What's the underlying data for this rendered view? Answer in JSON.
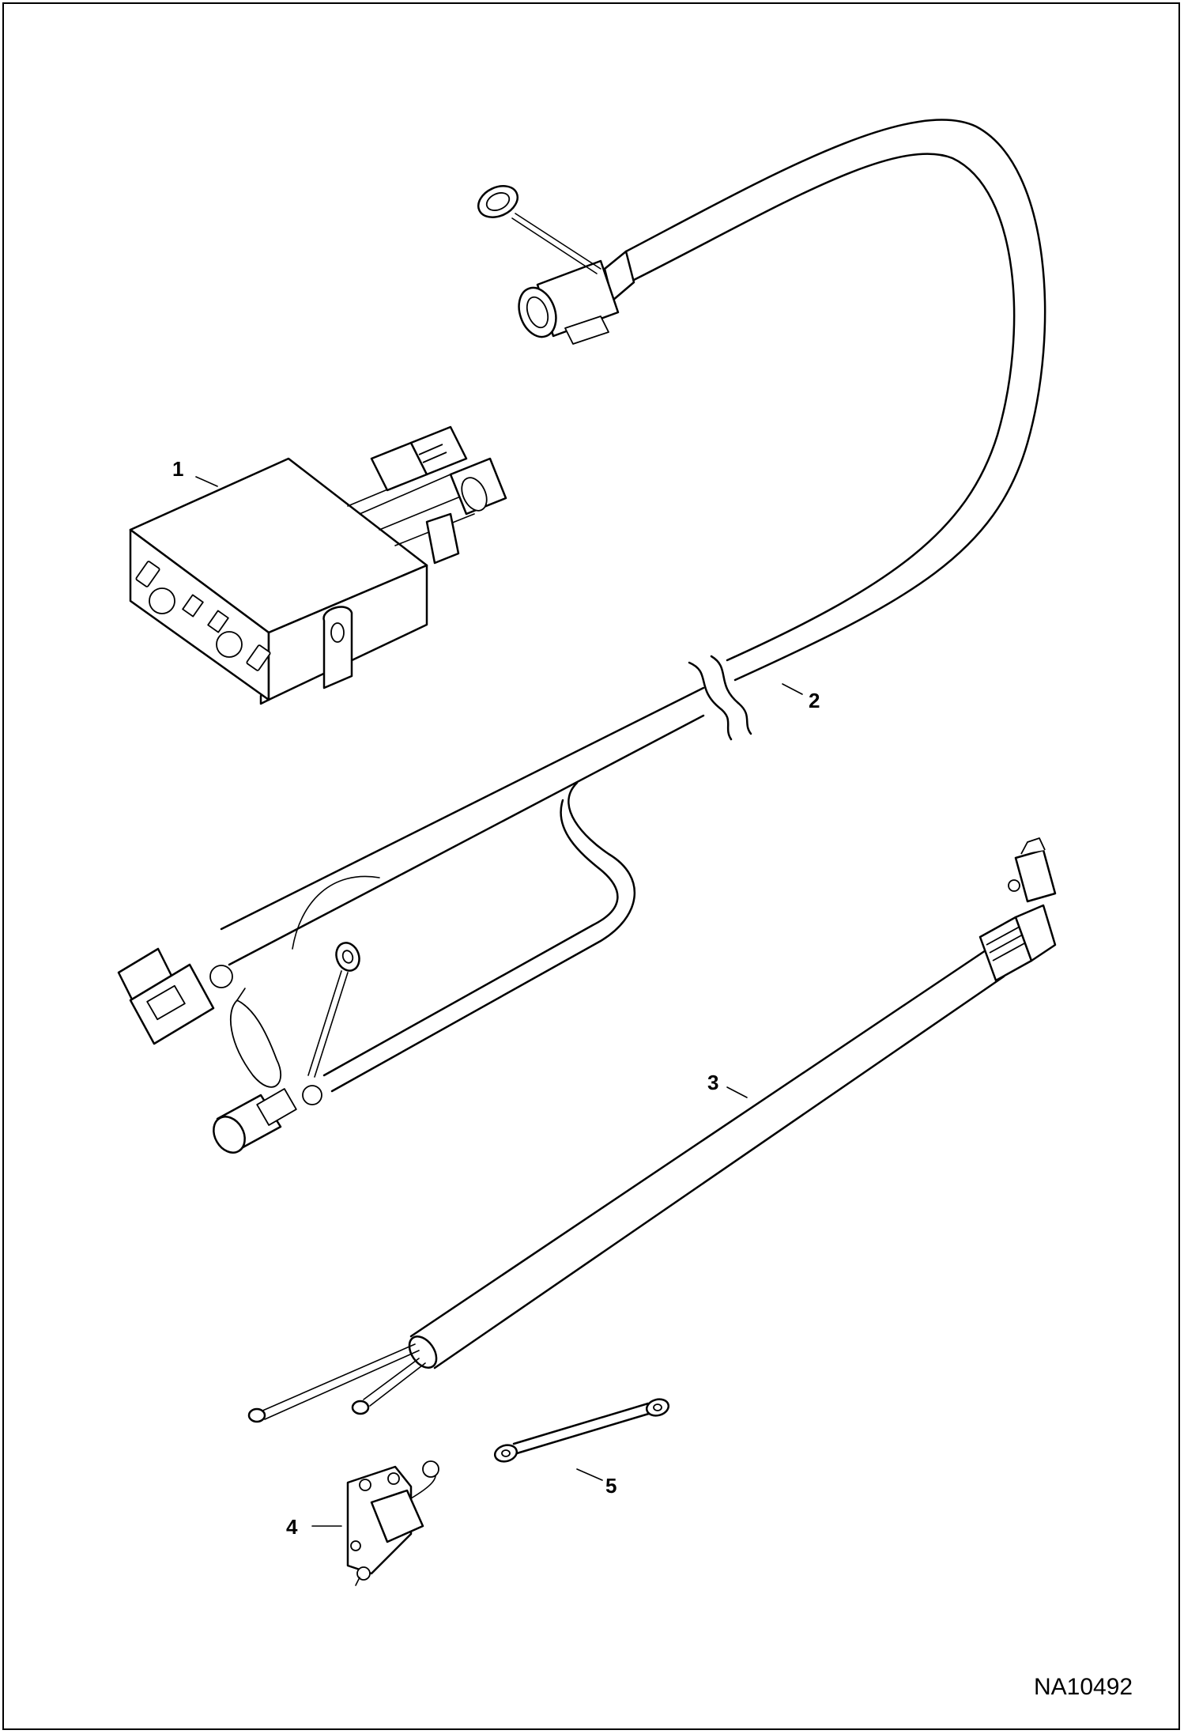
{
  "callouts": [
    {
      "id": "1",
      "label": "1"
    },
    {
      "id": "2",
      "label": "2"
    },
    {
      "id": "3",
      "label": "3"
    },
    {
      "id": "4",
      "label": "4"
    },
    {
      "id": "5",
      "label": "5"
    }
  ],
  "drawing_code": "NA10492",
  "colors": {
    "line": "#000000",
    "background": "#ffffff"
  }
}
